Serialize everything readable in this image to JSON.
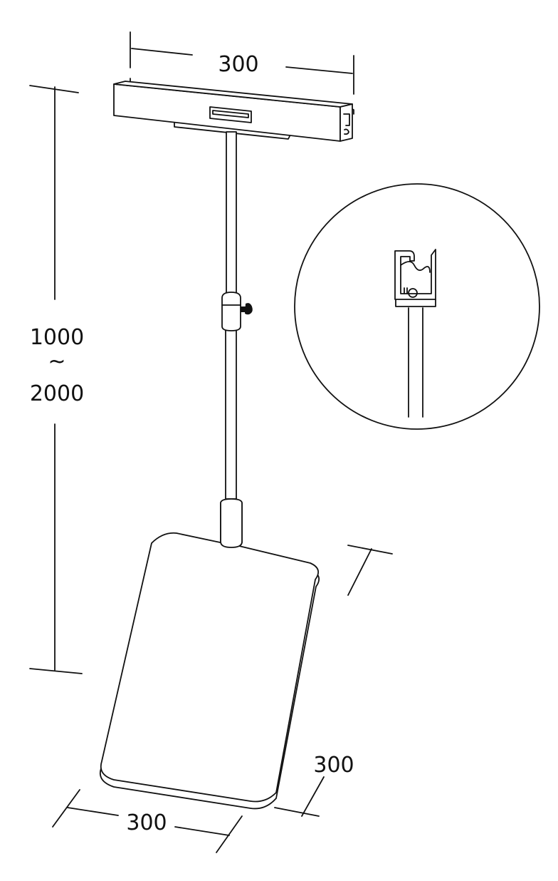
{
  "dimensions": {
    "top_width": "300",
    "height_min": "1000",
    "height_sep": "~",
    "height_max": "2000",
    "base_depth": "300",
    "base_width": "300"
  },
  "colors": {
    "line": "#111111",
    "background": "#ffffff"
  }
}
